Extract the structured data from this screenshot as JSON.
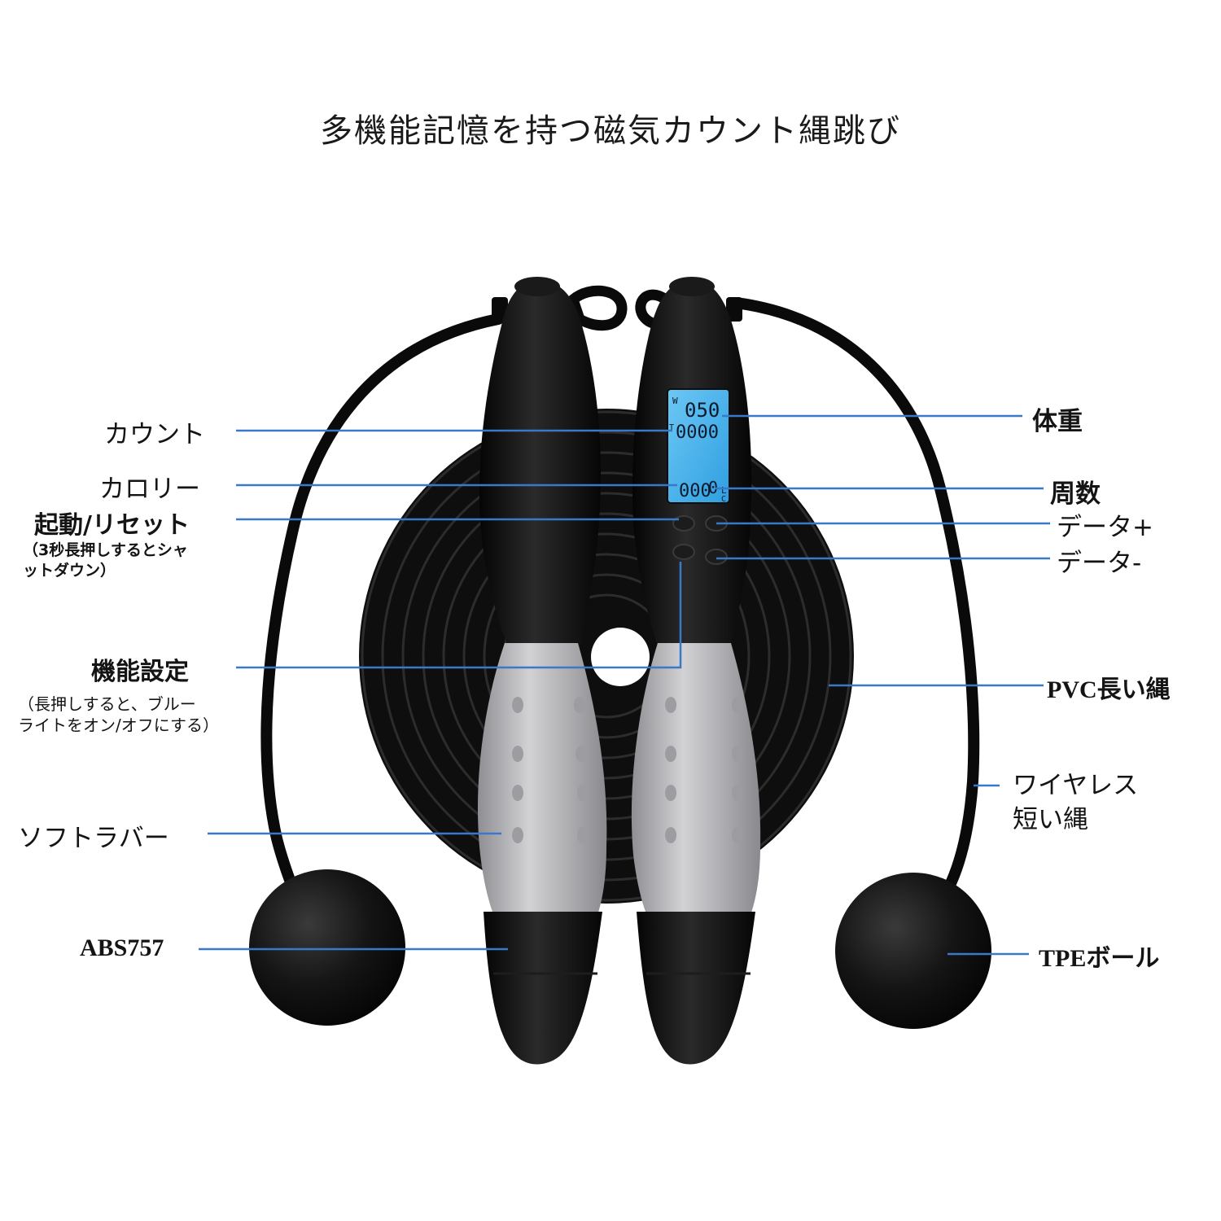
{
  "title": "多機能記憶を持つ磁気カウント縄跳び",
  "lcd": {
    "w": "W",
    "weight": "050",
    "t": "T",
    "count": "0000",
    "cal": "000",
    "circles": "0",
    "l": "L",
    "c": "C"
  },
  "labels": {
    "count": "カウント",
    "calorie": "カロリー",
    "start_reset": "起動/リセット",
    "start_reset_note": [
      "（3秒長押しするとシャ",
      "ットダウン）"
    ],
    "function": "機能設定",
    "function_note": [
      "（長押しすると、ブルー",
      "ライトをオン/オフにする）"
    ],
    "soft_rubber": "ソフトラバー",
    "abs": "ABS757",
    "weight": "体重",
    "laps": "周数",
    "data_plus": "データ+",
    "data_minus": "データ-",
    "pvc": "PVC長い縄",
    "wireless": [
      "ワイヤレス",
      "短い縄"
    ],
    "tpe": "TPEボール"
  },
  "colors": {
    "leader_line": "#3a78c9",
    "lcd_screen": "#4bb6f0",
    "handle_black": "#0c0c0c",
    "grip_silver": "#b9b9bc"
  }
}
